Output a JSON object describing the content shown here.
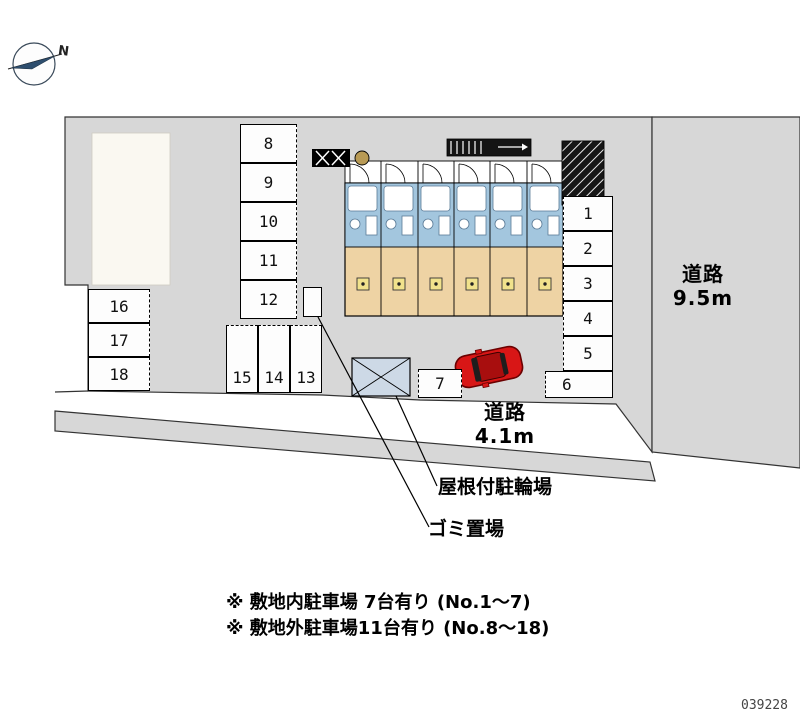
{
  "compass": {
    "north_label": "N"
  },
  "parking": {
    "row_top": [
      "8",
      "9",
      "10",
      "11",
      "12"
    ],
    "row_west": [
      "16",
      "17",
      "18"
    ],
    "row_south": [
      "15",
      "14",
      "13"
    ],
    "row_east": [
      "1",
      "2",
      "3",
      "4",
      "5"
    ],
    "space_6": "6",
    "space_7": "7"
  },
  "roads": {
    "east": {
      "label": "道路",
      "width": "9.5m"
    },
    "south": {
      "label": "道路",
      "width": "4.1m"
    }
  },
  "callouts": {
    "bicycle_parking": "屋根付駐輪場",
    "garbage_area": "ゴミ置場"
  },
  "notes": {
    "line1": "※ 敷地内駐車場 7台有り (No.1～7)",
    "line2": "※ 敷地外駐車場11台有り (No.8～18)"
  },
  "footer": {
    "plan_id": "039228"
  },
  "colors": {
    "site_gray": "#d7d7d7",
    "unit_blue": "#a3c6de",
    "unit_tan": "#eed3a4",
    "car_red": "#d81616",
    "bicycle_blue": "#cdd9e6",
    "marker_yellow": "#f1e28c"
  }
}
